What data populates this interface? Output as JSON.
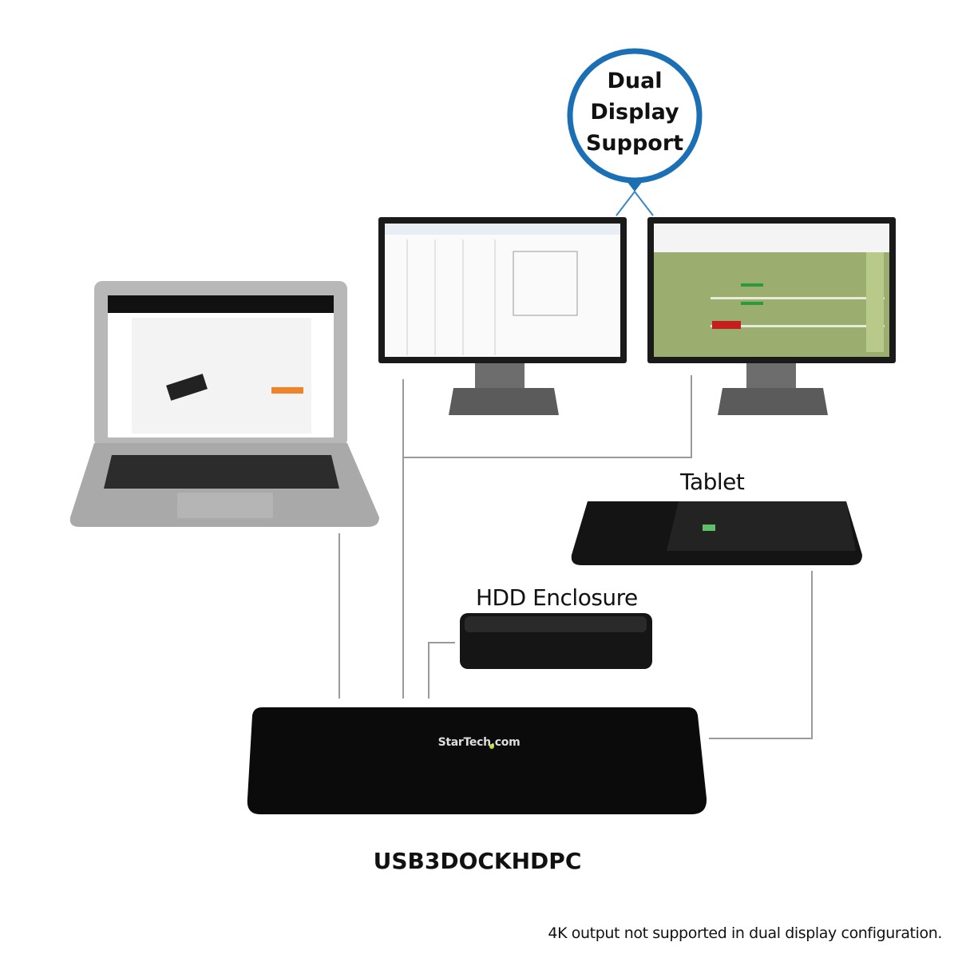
{
  "callout": {
    "lines": [
      "Dual",
      "Display",
      "Support"
    ],
    "color": "#1a6fb5"
  },
  "devices": {
    "tablet_label": "Tablet",
    "hdd_label": "HDD Enclosure",
    "dock_logo": "StarTech.com"
  },
  "model": "USB3DOCKHDPC",
  "footnote": "4K output not supported in dual display configuration."
}
